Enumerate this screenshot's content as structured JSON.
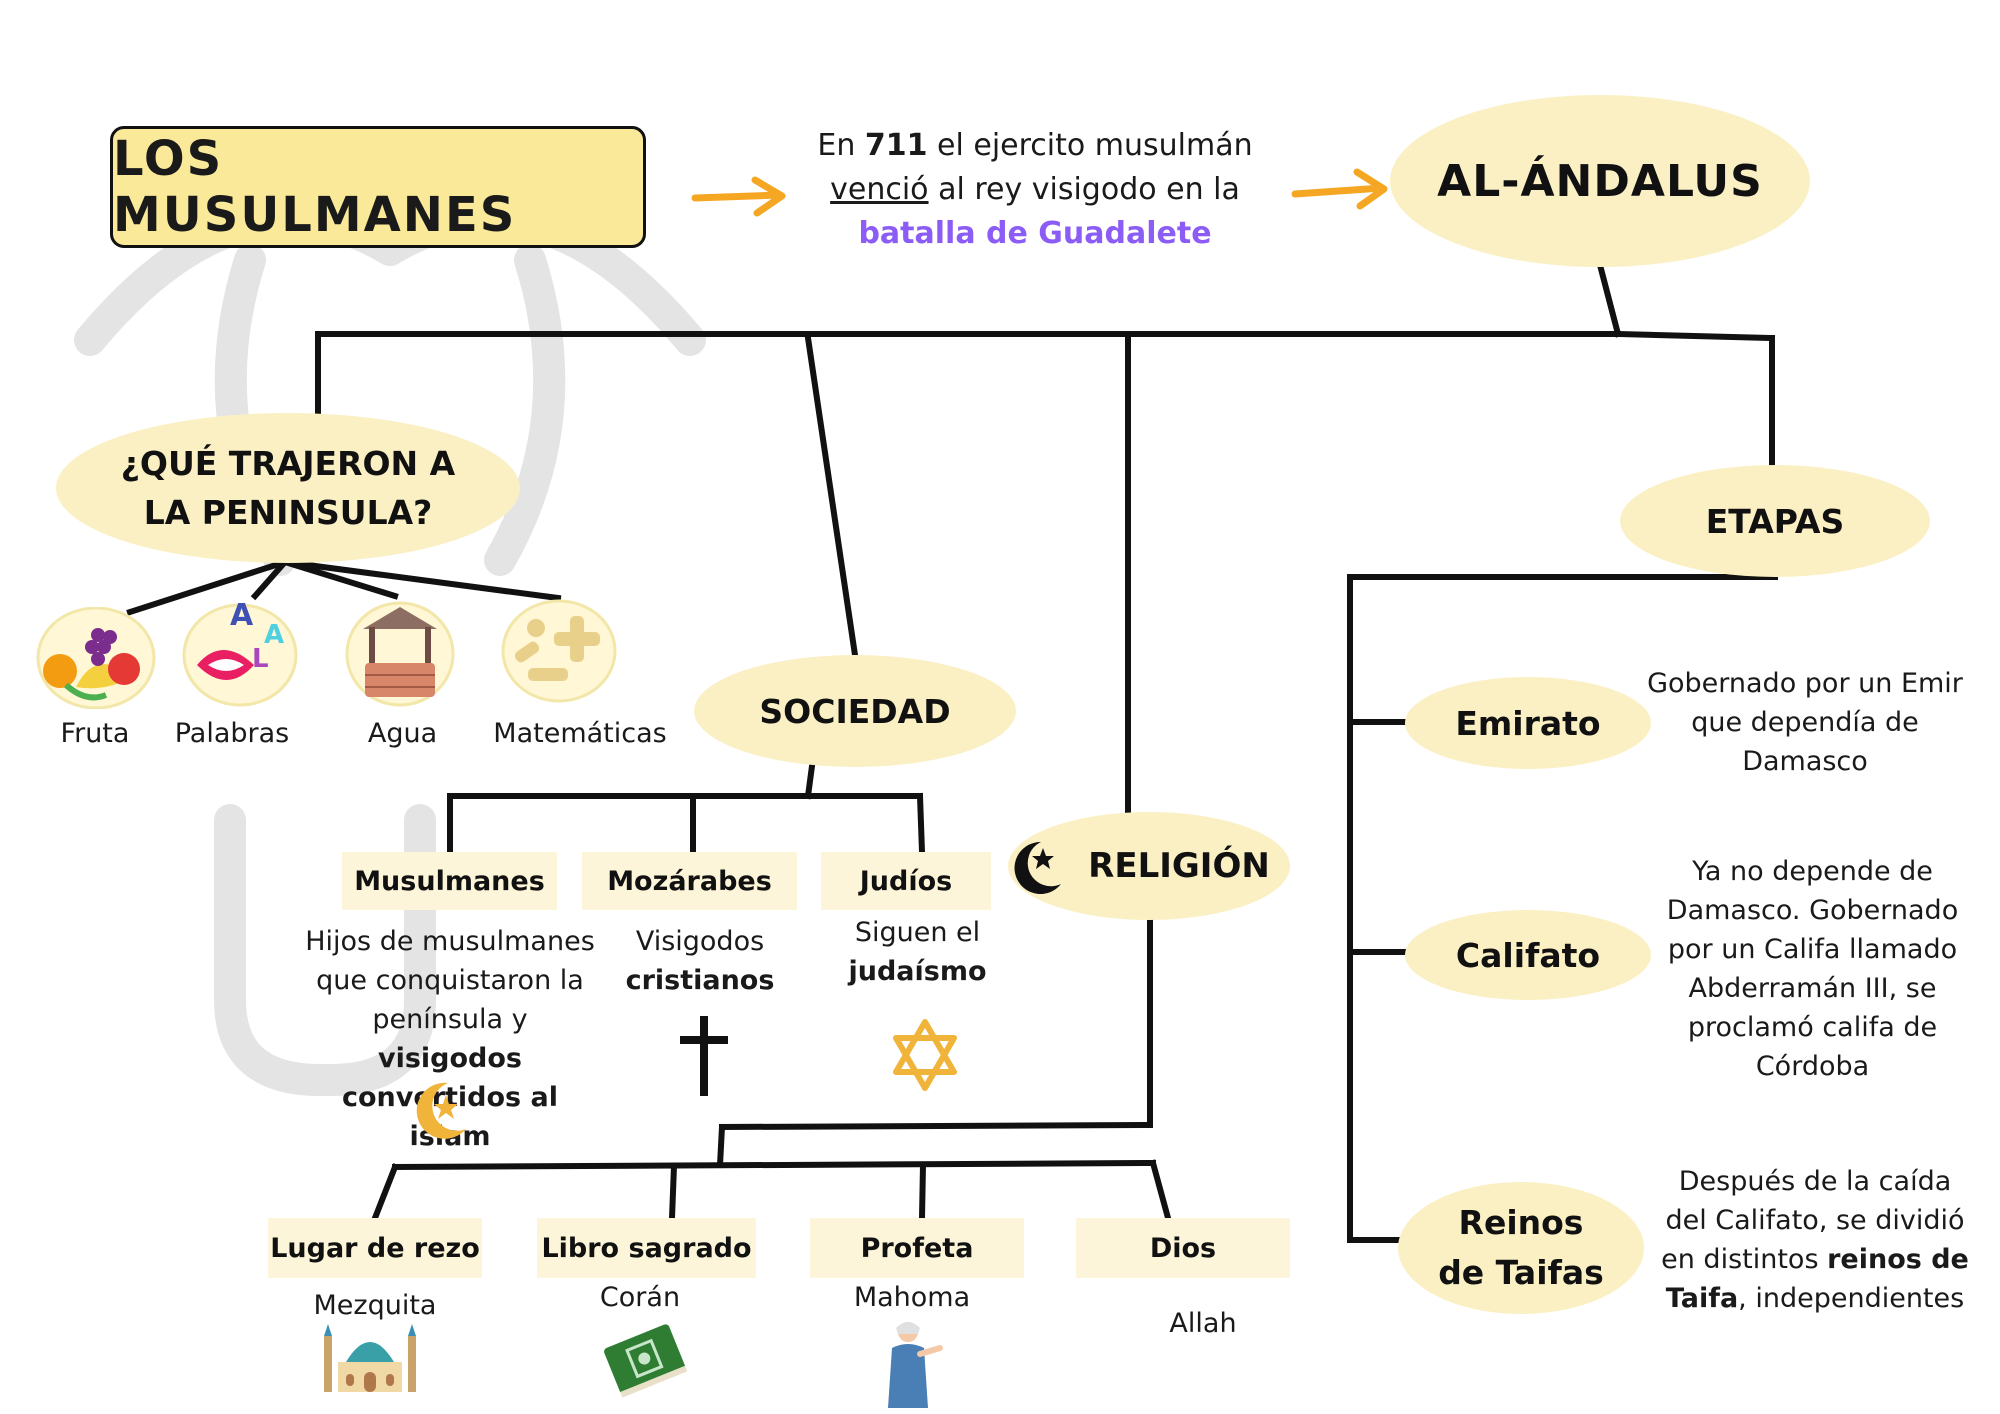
{
  "title": "LOS MUSULMANES",
  "intro": {
    "year": "711",
    "pre": "En",
    "post1": "el ejercito musulmán",
    "verb": "venció",
    "post2": "al rey visigodo en la",
    "battle": "batalla de Guadalete"
  },
  "al_andalus": "AL-ÁNDALUS",
  "trajeron": {
    "title": "¿QUÉ TRAJERON A LA PENINSULA?",
    "items": [
      {
        "label": "Fruta",
        "icon": "fruit-icon"
      },
      {
        "label": "Palabras",
        "icon": "words-icon"
      },
      {
        "label": "Agua",
        "icon": "water-well-icon"
      },
      {
        "label": "Matemáticas",
        "icon": "math-icon"
      }
    ]
  },
  "sociedad": {
    "title": "SOCIEDAD",
    "groups": [
      {
        "name": "Musulmanes",
        "text_a": "Hijos de musulmanes que conquistaron la península y",
        "text_b": "visigodos convertidos al islam",
        "icon": "crescent-star-icon"
      },
      {
        "name": "Mozárabes",
        "text_a": "Visigodos",
        "text_b": "cristianos",
        "icon": "cross-icon"
      },
      {
        "name": "Judíos",
        "text_a": "Siguen el",
        "text_b": "judaísmo",
        "icon": "star-of-david-icon"
      }
    ]
  },
  "religion": {
    "title": "RELIGIÓN",
    "icon": "crescent-star-icon",
    "items": [
      {
        "name": "Lugar de rezo",
        "value": "Mezquita",
        "icon": "mosque-icon"
      },
      {
        "name": "Libro sagrado",
        "value": "Corán",
        "icon": "quran-icon"
      },
      {
        "name": "Profeta",
        "value": "Mahoma",
        "icon": "prophet-icon"
      },
      {
        "name": "Dios",
        "value": "Allah",
        "icon": ""
      }
    ]
  },
  "etapas": {
    "title": "ETAPAS",
    "items": [
      {
        "name": "Emirato",
        "desc": "Gobernado por un Emir que dependía de Damasco"
      },
      {
        "name": "Califato",
        "desc": "Ya no depende de Damasco. Gobernado por un Califa llamado Abderramán III, se proclamó califa de Córdoba"
      },
      {
        "name": "Reinos de Taifas",
        "desc_a": "Después de la caída del Califato, se dividió en distintos",
        "desc_b": "reinos de Taifa",
        "desc_c": ", independientes"
      }
    ]
  },
  "colors": {
    "ellipse": "#fbf0c4",
    "title_box": "#fbe99a",
    "arrow": "#f5a623",
    "accent": "#8b5cf6"
  }
}
